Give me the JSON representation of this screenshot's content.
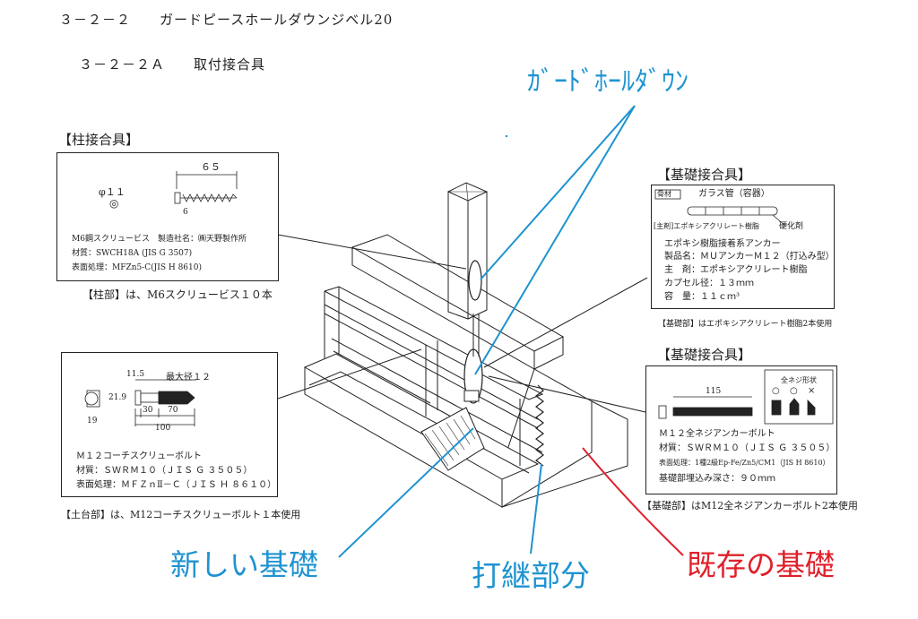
{
  "heading": {
    "section": "３－２－２　　ガードピースホールダウンジベル20",
    "subsection": "３－２－２Ａ　　取付接合具"
  },
  "callouts": {
    "holdown": "ｶﾞｰﾄﾞﾎｰﾙﾀﾞｳﾝ",
    "new_foundation": "新しい基礎",
    "joint": "打継部分",
    "existing_foundation": "既存の基礎"
  },
  "column_fitting": {
    "title": "【柱接合具】",
    "dia": "φ１１",
    "length": "６５",
    "width": "6",
    "lines": [
      "M6鋼スクリュービス　製造社名：㈱天野製作所",
      "材質：SWCH18A (JIS G 3507)",
      "表面処理：MFZn5-C(JIS H 8610)"
    ],
    "note": "【柱部】は、M6スクリュービス１０本"
  },
  "sill_fitting": {
    "dim_115": "11.5",
    "max_dia": "最大径１２",
    "dim_219": "21.9",
    "dim_19": "19",
    "dim_30": "30",
    "dim_70": "70",
    "dim_100": "100",
    "lines": [
      "Ｍ１２コーチスクリューボルト",
      "材質：ＳＷＲＭ１０（ＪＩＳ Ｇ ３５０５）",
      "表面処理：ＭＦＺｎⅡ－Ｃ（ＪＩＳ Ｈ ８６１０）"
    ],
    "note": "【土台部】は、M12コーチスクリューボルト１本使用"
  },
  "anchor_fitting": {
    "title": "【基礎接合具】",
    "label_glass": "ガラス管（容器）",
    "label_aggregate": "骨材",
    "label_main": "[主剤]エポキシアクリレート樹脂",
    "label_hardener": "硬化剤",
    "lines": [
      "エポキシ樹脂接着系アンカー",
      "製品名：ＭＵアンカーＭ１２（打込み型）",
      "主　剤：エポキシアクリレート樹脂",
      "カプセル径：１３ｍｍ",
      "容　量：１１ｃｍ³"
    ],
    "note": "【基礎部】はエポキシアクリレート樹脂2本使用"
  },
  "bolt_fitting": {
    "title": "【基礎接合具】",
    "length": "115",
    "shape_label": "全ネジ形状",
    "marks": [
      "○",
      "○",
      "×"
    ],
    "lines": [
      "Ｍ１２全ネジアンカーボルト",
      "材質：ＳＷＲＭ１０（ＪＩＳ Ｇ ３５０５）",
      "表面処理：1種2級Ep-Fe/Zn5/CM1（JIS H 8610）",
      "基礎部埋込み深さ：９０ｍｍ"
    ],
    "note": "【基礎部】はM12全ネジアンカーボルト2本使用"
  },
  "colors": {
    "callout_blue": "#1f93d0",
    "callout_red": "#e0202a",
    "line": "#222222"
  }
}
